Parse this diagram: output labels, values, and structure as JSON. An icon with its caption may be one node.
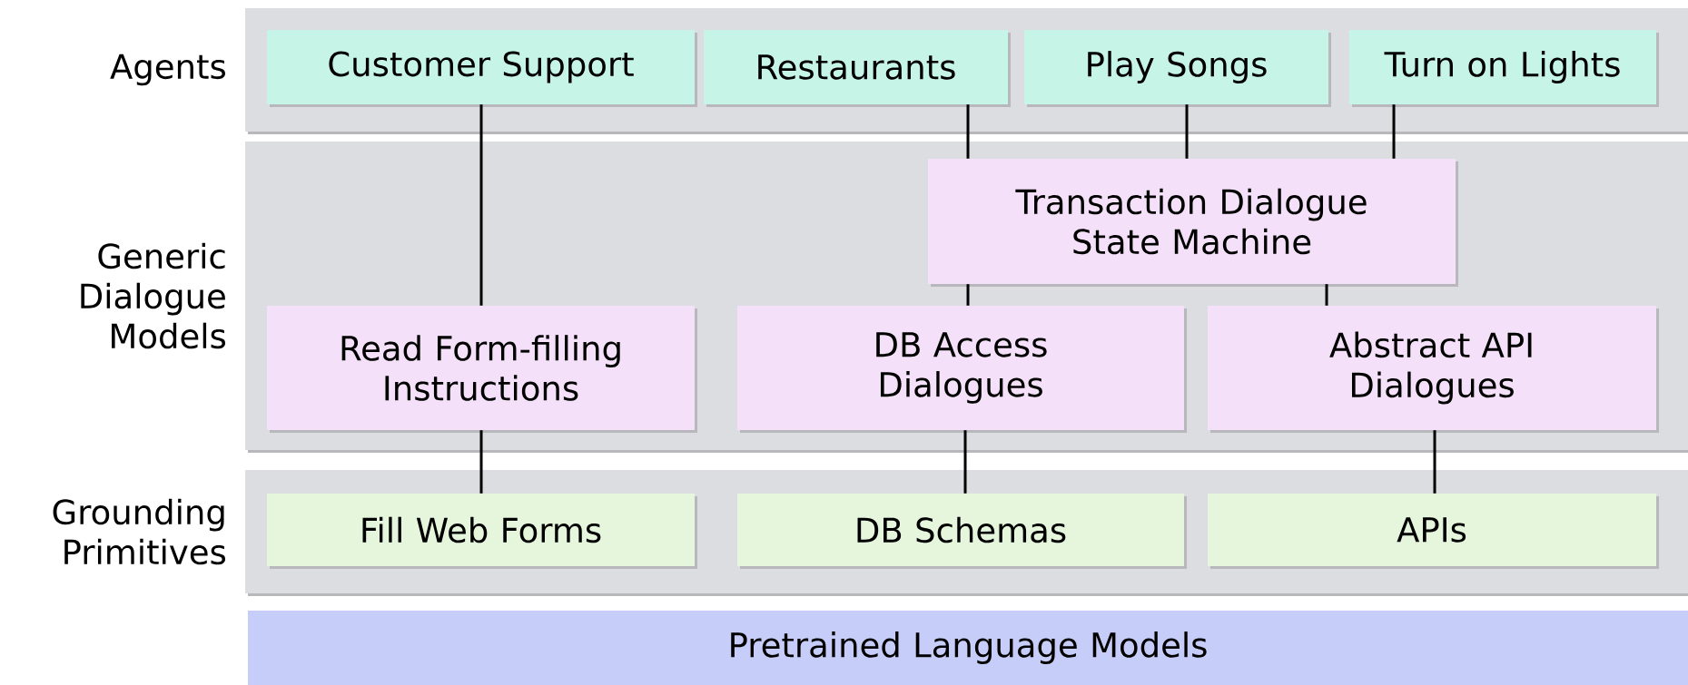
{
  "diagram": {
    "nodes": [
      {
        "text": [
          "Agents"
        ]
      },
      {
        "text": [
          "Customer Support"
        ],
        "in": 0
      },
      {
        "text": [
          "Restaurants"
        ],
        "in": 0
      },
      {
        "text": [
          "Play Songs"
        ],
        "in": 0
      },
      {
        "text": [
          "Turn on Lights"
        ],
        "in": 0
      },
      {
        "text": [
          "Generic Dialogue Models"
        ]
      },
      {
        "text": [
          "Transaction Dialogue State Machine"
        ],
        "in": 5
      },
      {
        "text": [
          "Read Form-filling Instructions"
        ],
        "in": 5
      },
      {
        "text": [
          "DB Access Dialogues"
        ],
        "in": 5
      },
      {
        "text": [
          "Abstract API Dialogues"
        ],
        "in": 5
      },
      {
        "text": [
          "Grounding Primitives"
        ]
      },
      {
        "text": [
          "Fill Web Forms"
        ],
        "in": 10
      },
      {
        "text": [
          "DB Schemas"
        ],
        "in": 10
      },
      {
        "text": [
          "APIs"
        ],
        "in": 10
      },
      {
        "text": [
          "Pretrained Language Models"
        ]
      }
    ],
    "edges": [
      {
        "from": 1,
        "to": 7,
        "arrow": "none"
      },
      {
        "from": 2,
        "to": 6,
        "arrow": "none"
      },
      {
        "from": 3,
        "to": 6,
        "arrow": "none"
      },
      {
        "from": 4,
        "to": 6,
        "arrow": "none"
      },
      {
        "from": 6,
        "to": 8,
        "arrow": "none"
      },
      {
        "from": 6,
        "to": 9,
        "arrow": "none"
      },
      {
        "from": 7,
        "to": 11,
        "arrow": "none"
      },
      {
        "from": 8,
        "to": 12,
        "arrow": "none"
      },
      {
        "from": 9,
        "to": 13,
        "arrow": "none"
      }
    ]
  }
}
